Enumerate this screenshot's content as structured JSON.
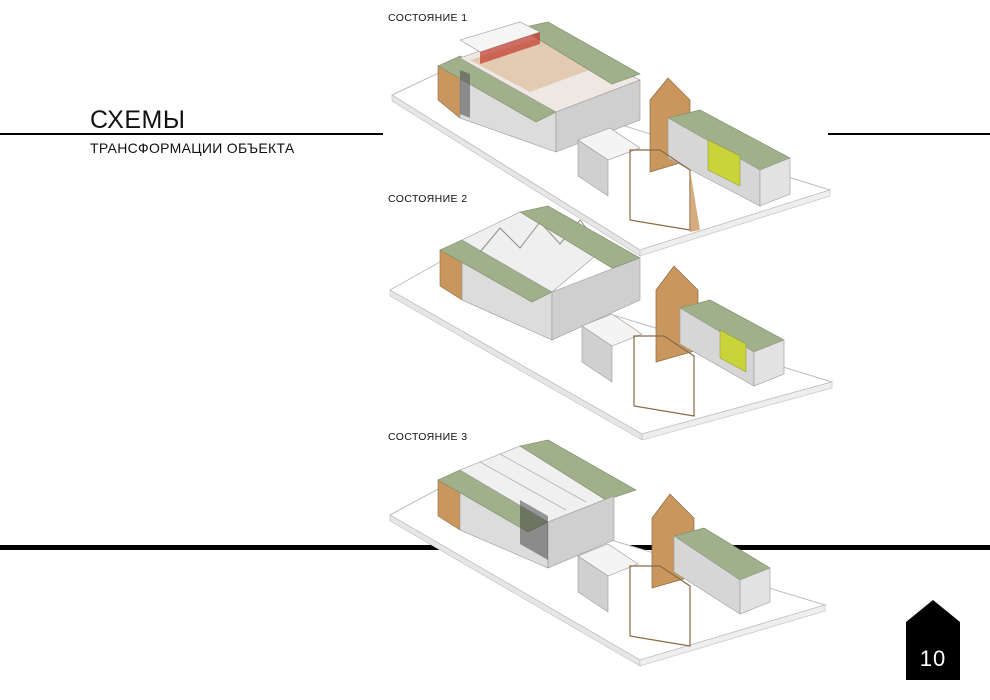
{
  "header": {
    "title": "СХЕМЫ",
    "subtitle": "ТРАНСФОРМАЦИИ ОБЪЕКТА"
  },
  "states": [
    {
      "label": "СОСТОЯНИЕ 1"
    },
    {
      "label": "СОСТОЯНИЕ 2"
    },
    {
      "label": "СОСТОЯНИЕ 3"
    }
  ],
  "footer": {
    "page_number": "10"
  },
  "colors": {
    "ink": "#000000",
    "green_roof": "#9fb08a",
    "wood": "#c9975e",
    "container": "#d9d9d9",
    "lime_accent": "#c8d43a"
  }
}
